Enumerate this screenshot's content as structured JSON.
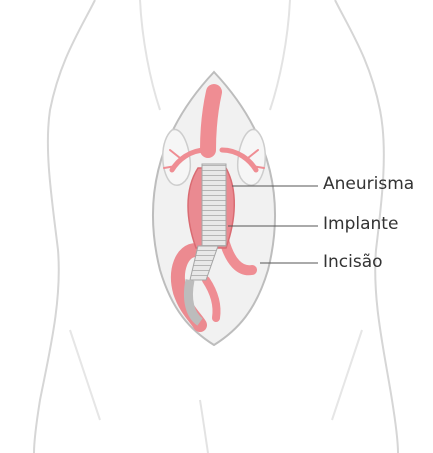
{
  "labels": {
    "aneurisma": "Aneurisma",
    "implante": "Implante",
    "incisao": "Incisão"
  },
  "colors": {
    "body_outline": "#cfcfcf",
    "window_fill": "#eeeeee",
    "artery": "#ef8d93",
    "artery_dark": "#d9666d",
    "stent": "#dcdcdc",
    "leader": "#555555"
  }
}
